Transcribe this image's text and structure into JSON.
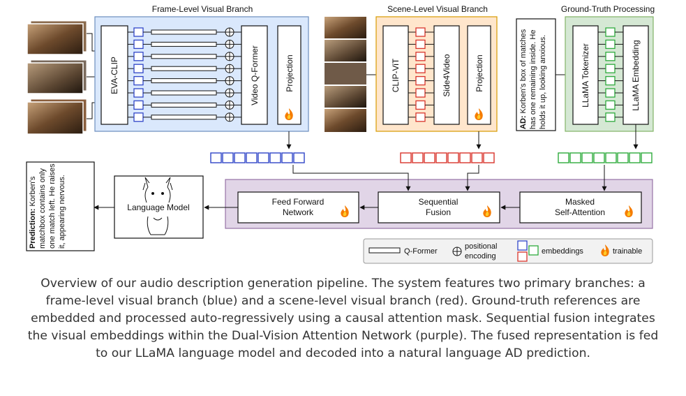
{
  "headers": {
    "frame": "Frame-Level Visual Branch",
    "scene": "Scene-Level Visual Branch",
    "gt": "Ground-Truth Processing"
  },
  "frame_branch": {
    "encoder": "EVA-CLIP",
    "qformer": "Video Q-Former",
    "projection": "Projection"
  },
  "scene_branch": {
    "encoder": "CLIP-ViT",
    "adapter": "Side4Video",
    "projection": "Projection"
  },
  "gt_branch": {
    "ad_label": "AD:",
    "ad_text": [
      "Korben's box of matches",
      "has one remaining inside. He",
      "holds it up, looking anxious."
    ],
    "tokenizer": "LLaMA Tokenizer",
    "embedding": "LLaMA Embedding"
  },
  "dvan": {
    "ffn": [
      "Feed Forward",
      "Network"
    ],
    "fusion": [
      "Sequential",
      "Fusion"
    ],
    "masked": [
      "Masked",
      "Self-Attention"
    ]
  },
  "lm": {
    "label": "Language Model"
  },
  "prediction": {
    "label": "Prediction:",
    "text": [
      "Korben's",
      "matchbox contains only",
      "one match left. He raises",
      "it, appearing nervous."
    ]
  },
  "legend": {
    "qformer": "Q-Former",
    "positional": [
      "positional",
      "encoding"
    ],
    "embeddings": "embeddings",
    "trainable": "trainable"
  },
  "colors": {
    "blue": "#2f45c8",
    "red": "#d9342b",
    "green": "#2eaa3c",
    "frame_bg": "#dae8fc",
    "frame_border": "#6c8ebf",
    "scene_bg": "#ffe6cc",
    "scene_border": "#d79b00",
    "gt_bg": "#d5e8d4",
    "gt_border": "#82b366",
    "dvan_bg": "#e1d5e7",
    "dvan_border": "#9673a6"
  },
  "caption": "Overview of our audio description generation pipeline. The system features two primary branches: a frame-level visual branch (blue) and a scene-level visual branch (red). Ground-truth references are embedded and processed auto-regressively using a causal attention mask. Sequential fusion integrates the visual embeddings within the Dual-Vision Attention Network (purple). The fused representation is fed to our LLaMA language model and decoded into a natural language AD prediction."
}
